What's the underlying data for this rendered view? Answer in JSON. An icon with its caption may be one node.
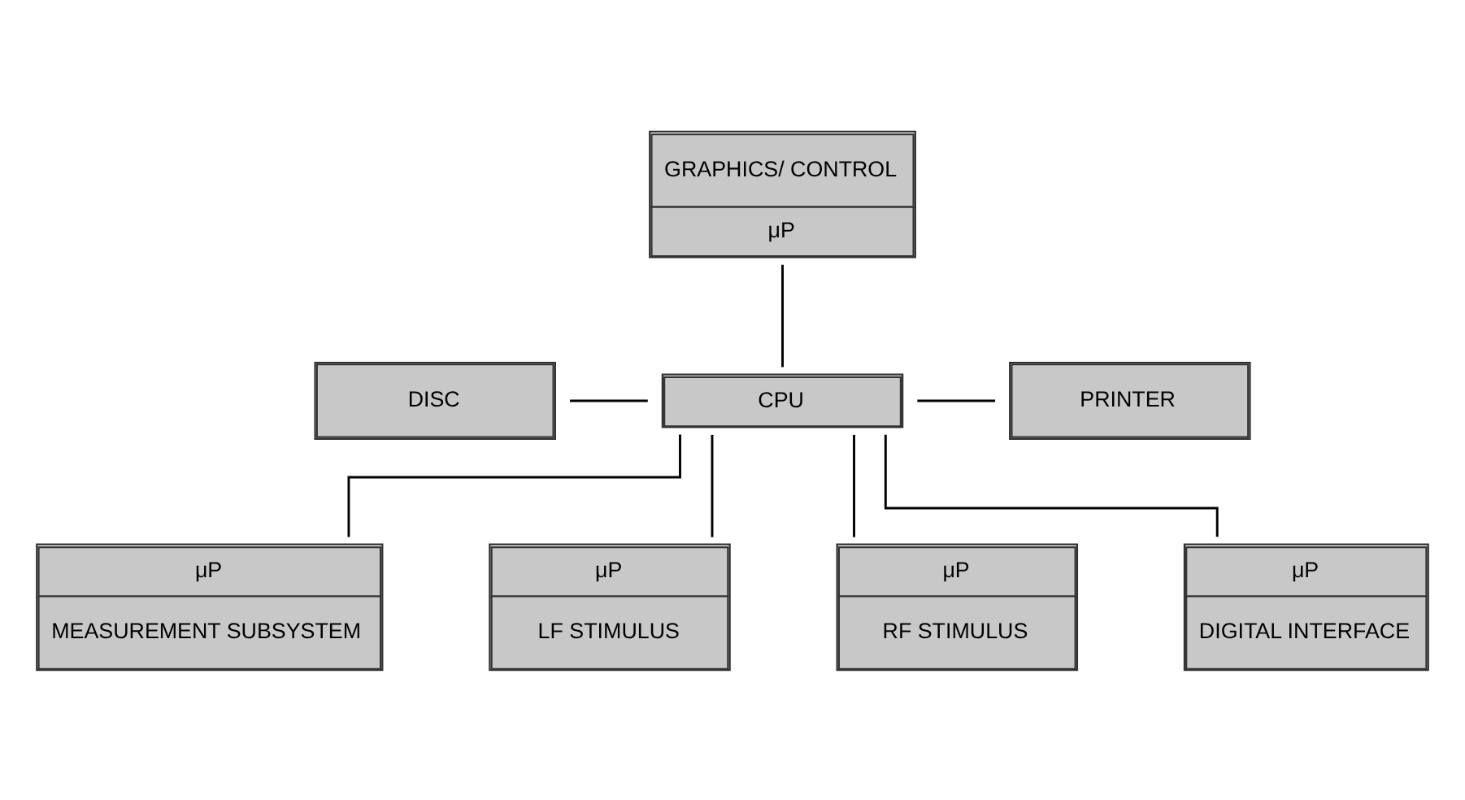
{
  "diagram": {
    "nodes": [
      {
        "text": [
          "GRAPHICS/ CONTROL",
          "μP"
        ]
      },
      {
        "text": [
          "DISC"
        ]
      },
      {
        "text": [
          "CPU"
        ]
      },
      {
        "text": [
          "PRINTER"
        ]
      },
      {
        "text": [
          "μP",
          "MEASUREMENT SUBSYSTEM"
        ]
      },
      {
        "text": [
          "μP",
          "LF STIMULUS"
        ]
      },
      {
        "text": [
          "μP",
          "RF STIMULUS"
        ]
      },
      {
        "text": [
          "μP",
          "DIGITAL INTERFACE"
        ]
      }
    ],
    "edges": [
      {
        "from": 0,
        "to": 2,
        "arrow": "none"
      },
      {
        "from": 1,
        "to": 2,
        "arrow": "none"
      },
      {
        "from": 2,
        "to": 3,
        "arrow": "none"
      },
      {
        "from": 2,
        "to": 4,
        "arrow": "none"
      },
      {
        "from": 2,
        "to": 5,
        "arrow": "none"
      },
      {
        "from": 2,
        "to": 6,
        "arrow": "none"
      },
      {
        "from": 2,
        "to": 7,
        "arrow": "none"
      }
    ]
  }
}
